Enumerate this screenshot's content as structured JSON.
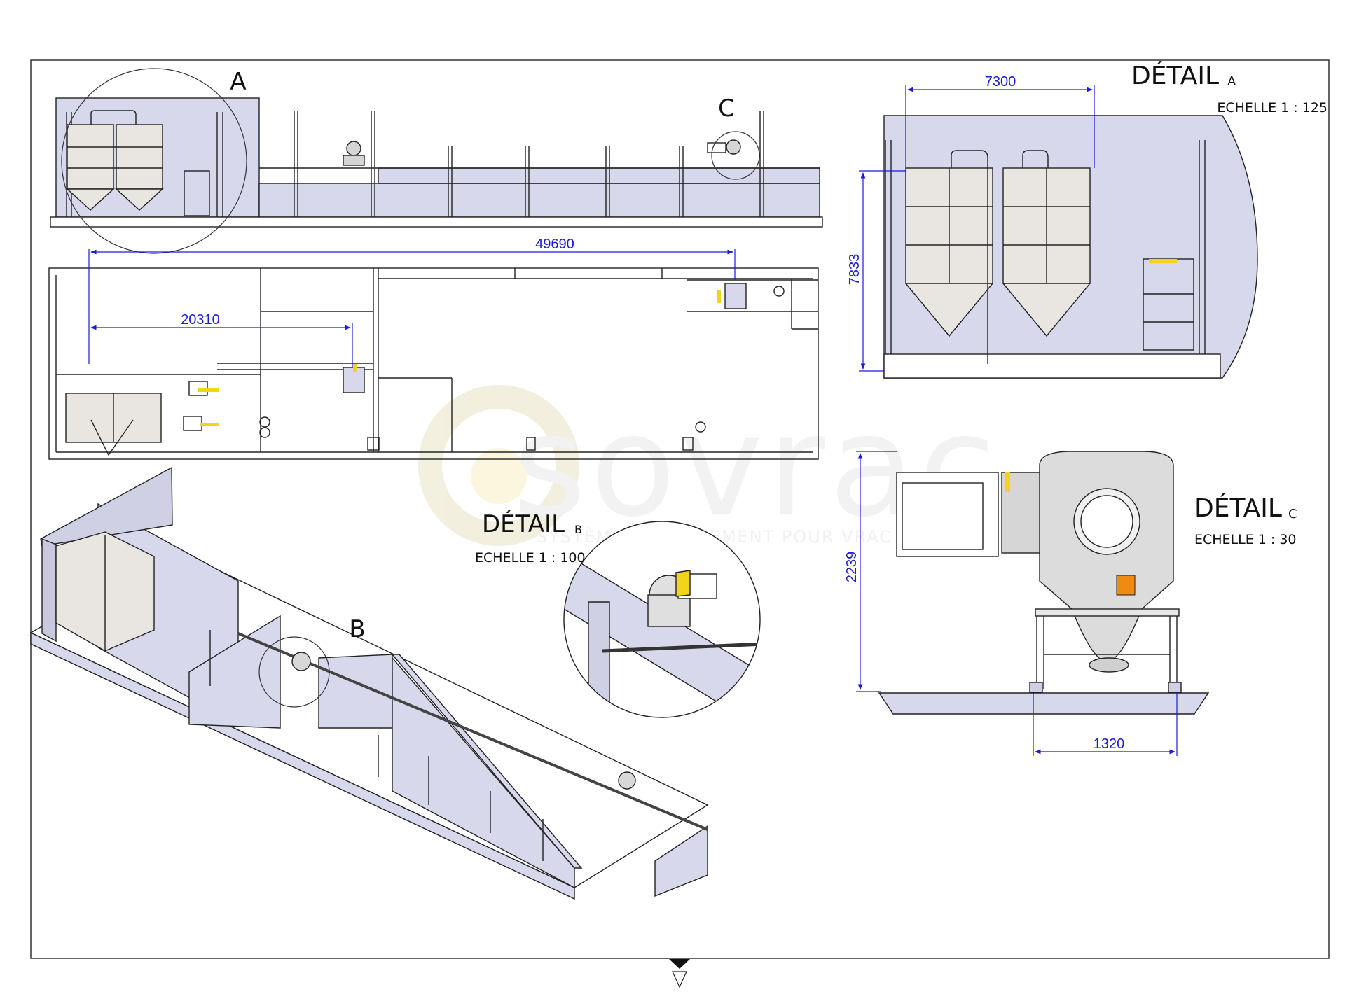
{
  "watermark": {
    "brand": "sovrac",
    "tagline": "SYSTÈME D'ÉQUIPEMENT POUR VRAC"
  },
  "callouts": {
    "a": "A",
    "b": "B",
    "c": "C"
  },
  "dimensions": {
    "overall_length": "49690",
    "bag_station_offset": "20310",
    "silo_span": "7300",
    "silo_height": "7833",
    "unit_height": "2239",
    "frame_width": "1320"
  },
  "details": {
    "a": {
      "title": "DÉTAIL",
      "letter": "A",
      "scale": "ECHELLE 1 : 125"
    },
    "b": {
      "title": "DÉTAIL",
      "letter": "B",
      "scale": "ECHELLE 1 : 100"
    },
    "c": {
      "title": "DÉTAIL",
      "letter": "C",
      "scale": "ECHELLE 1 : 30"
    }
  },
  "colors": {
    "fill": "#d7d8ec",
    "line": "#222222",
    "dimension": "#1a1adb",
    "accent": "#f2d41a",
    "orange": "#f08a12",
    "watermark": "#e6e6e6"
  }
}
